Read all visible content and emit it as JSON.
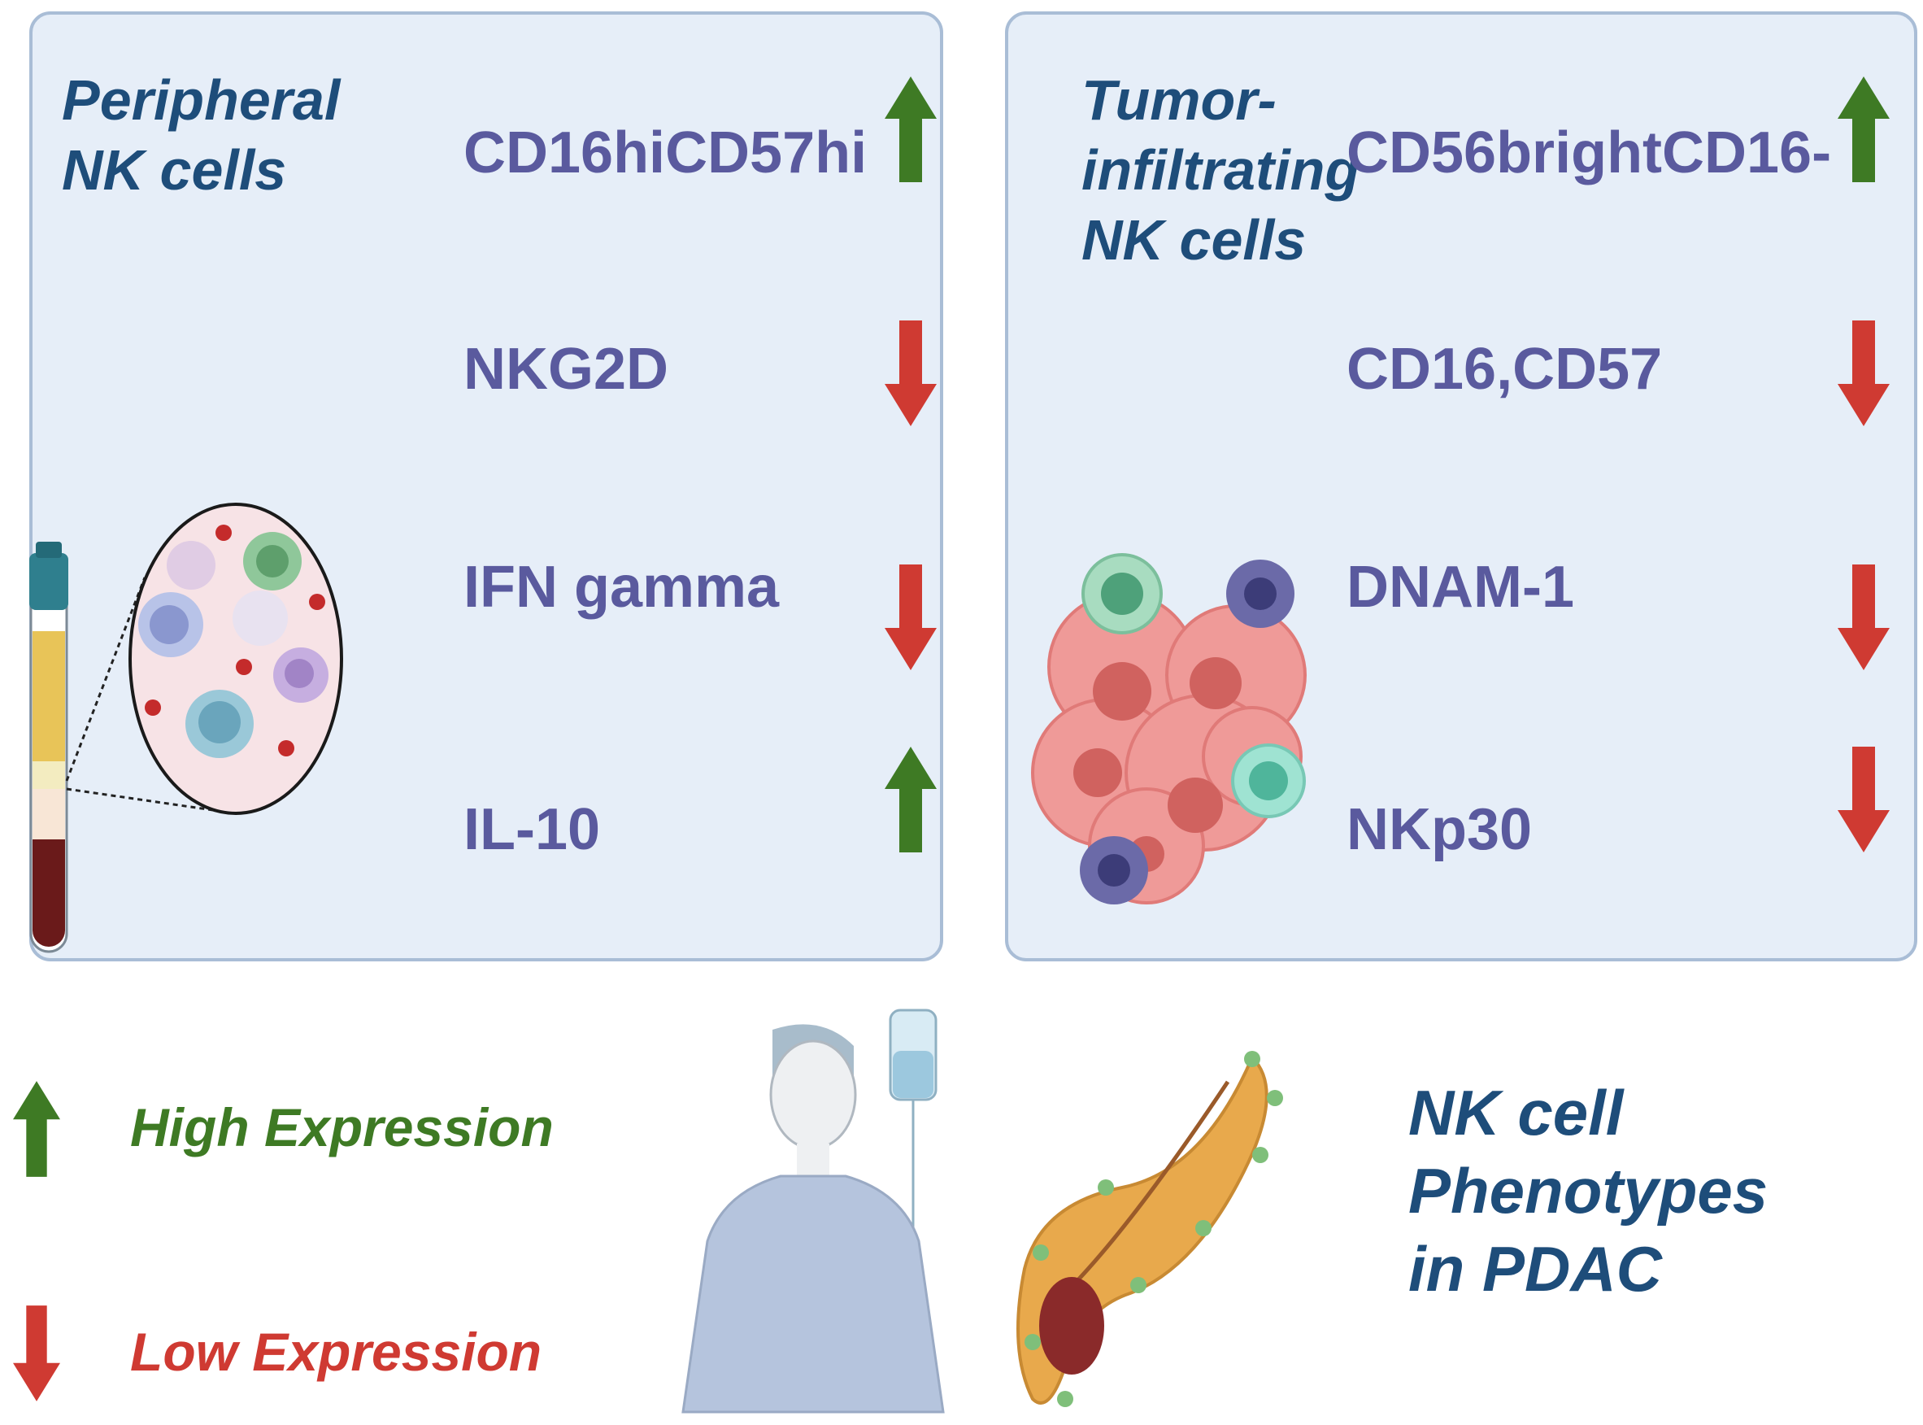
{
  "colors": {
    "panel_bg": "#e6eef8",
    "panel_border": "#a9bdd6",
    "title": "#1e4d7a",
    "marker": "#5a5a9e",
    "up": "#3e7a24",
    "down": "#cf3a32"
  },
  "left_panel": {
    "title_lines": [
      "Peripheral",
      "NK cells"
    ],
    "markers": [
      {
        "label": "CD16hiCD57hi",
        "direction": "up"
      },
      {
        "label": "NKG2D",
        "direction": "down"
      },
      {
        "label": "IFN gamma",
        "direction": "down"
      },
      {
        "label": "IL-10",
        "direction": "up"
      }
    ]
  },
  "right_panel": {
    "title_lines": [
      "Tumor-",
      "infiltrating",
      "NK cells"
    ],
    "markers": [
      {
        "label": "CD56brightCD16-",
        "direction": "up"
      },
      {
        "label": "CD16,CD57",
        "direction": "down"
      },
      {
        "label": "DNAM-1",
        "direction": "down"
      },
      {
        "label": "NKp30",
        "direction": "down"
      }
    ]
  },
  "legend": {
    "high": {
      "label": "High Expression",
      "icon": "up-arrow-icon"
    },
    "low": {
      "label": "Low Expression",
      "icon": "down-arrow-icon"
    }
  },
  "main_title_lines": [
    "NK cell",
    "Phenotypes",
    "in PDAC"
  ]
}
